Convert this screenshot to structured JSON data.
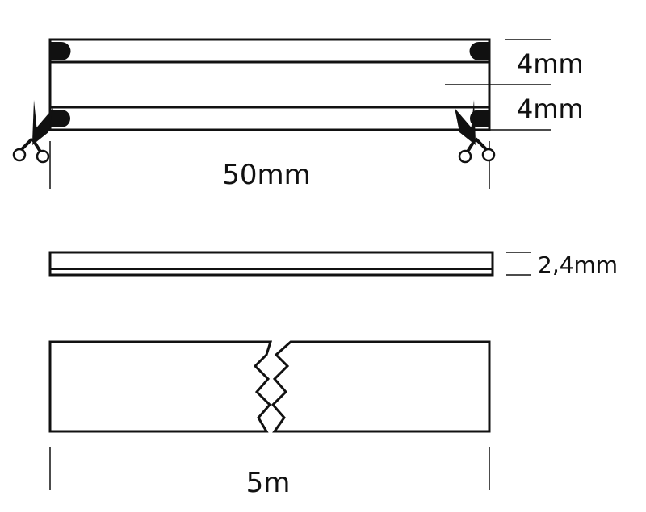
{
  "colors": {
    "line": "#111111",
    "background": "#ffffff"
  },
  "top_view": {
    "pad_height_label": "4mm",
    "gap_label": "4mm",
    "cut_length_label": "50mm",
    "icons": [
      "scissors-icon-left",
      "scissors-icon-right"
    ]
  },
  "profile_view": {
    "thickness_label": "2,4mm"
  },
  "roll_view": {
    "total_length_label": "5m"
  }
}
